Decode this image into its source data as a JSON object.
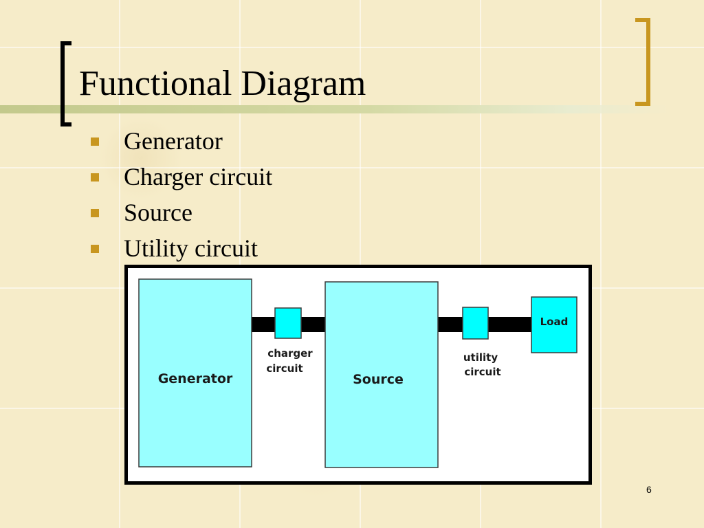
{
  "slide": {
    "title": "Functional Diagram",
    "page_number": "6",
    "accent_color": "#c8961f",
    "bullets": [
      {
        "text": "Generator"
      },
      {
        "text": "Charger circuit"
      },
      {
        "text": "Source"
      },
      {
        "text": "Utility circuit"
      }
    ]
  },
  "diagram": {
    "box_color": "#99ffff",
    "small_box_color": "#00ffff",
    "generator_label": "Generator",
    "source_label": "Source",
    "load_label": "Load",
    "charger_label_line1": "charger",
    "charger_label_line2": "circuit",
    "utility_label_line1": "utility",
    "utility_label_line2": "circuit"
  }
}
